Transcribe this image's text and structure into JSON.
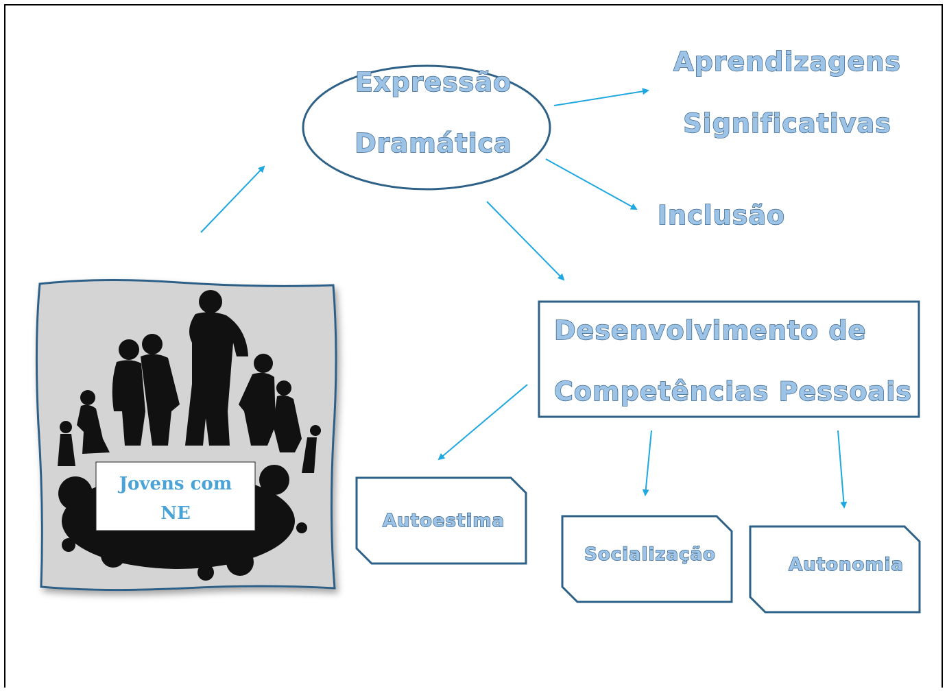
{
  "nodes": {
    "expressao_line1": "Expressão",
    "expressao_line2": "Dramática",
    "aprendizagens_line1": "Aprendizagens",
    "aprendizagens_line2": "Significativas",
    "inclusao": "Inclusão",
    "desenvolvimento_line1": "Desenvolvimento de",
    "desenvolvimento_line2": "Competências Pessoais",
    "autoestima": "Autoestima",
    "socializacao": "Socialização",
    "autonomia": "Autonomia",
    "jovens_line1": "Jovens com",
    "jovens_line2": "NE"
  },
  "colors": {
    "arrow": "#1ea7e0",
    "shape_stroke": "#2e6187",
    "text_fill": "#9dc3e6",
    "label_blue": "#4aa3d6"
  }
}
